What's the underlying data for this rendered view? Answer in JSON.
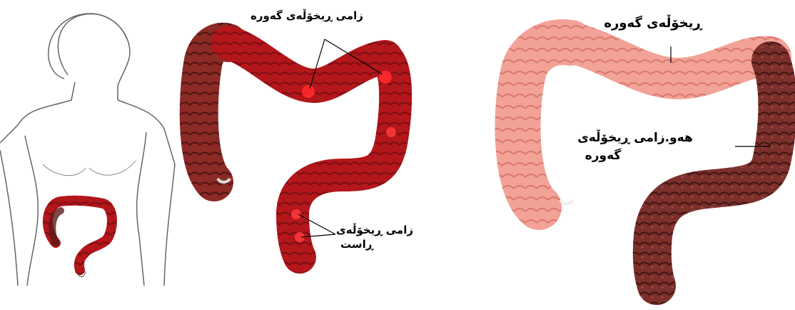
{
  "labels": {
    "panel2_top": "زامی ڕیخۆڵەی گەورە",
    "panel2_bottom_line1": "زامی ڕیخۆڵەی",
    "panel2_bottom_line2": "ڕاست",
    "panel3_top": "ڕیخۆڵەی گەورە",
    "panel3_mid_line1": "هەو.زامی ڕیخۆڵەی",
    "panel3_mid_line2": "گەورە"
  },
  "colors": {
    "body_outline": "#555555",
    "colon_red": "#c4161c",
    "colon_dark": "#6a1a18",
    "healthy_pink": "#f09a8e",
    "inflamed_brown": "#7a2f2c"
  }
}
